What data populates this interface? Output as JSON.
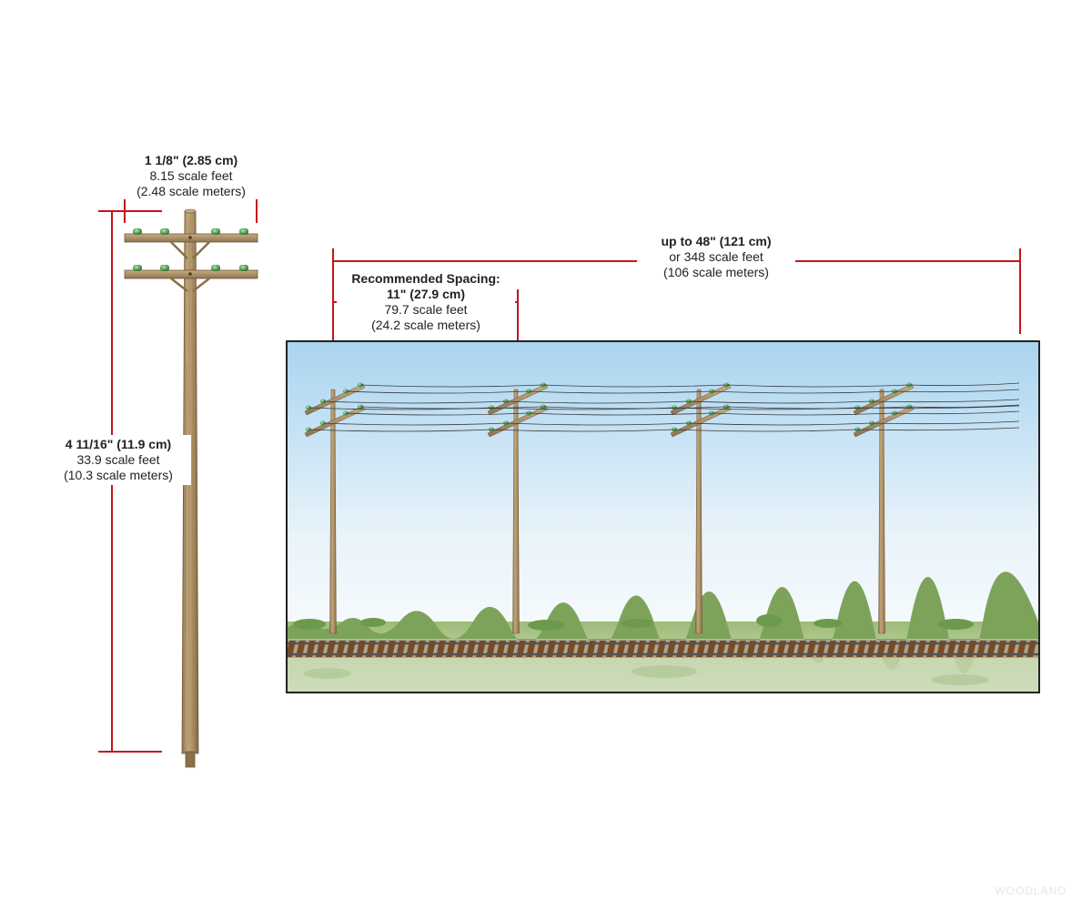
{
  "colors": {
    "dimension_line": "#c4161c",
    "wood_light": "#b89a6c",
    "wood_dark": "#8a7048",
    "insulator": "#4f9a55",
    "sky_top": "#a9d4ef",
    "sky_bottom": "#ffffff",
    "grass": "#7da35a",
    "rail_tie": "#7a4a24",
    "frame_border": "#222222"
  },
  "dimensions": {
    "width": {
      "primary": "1 1/8\" (2.85 cm)",
      "feet": "8.15 scale feet",
      "meters": "(2.48 scale meters)"
    },
    "height": {
      "primary": "4 11/16\" (11.9 cm)",
      "feet": "33.9 scale feet",
      "meters": "(10.3 scale meters)"
    },
    "span": {
      "primary": "up to 48\" (121 cm)",
      "feet": "or 348 scale feet",
      "meters": "(106 scale meters)"
    },
    "spacing": {
      "heading": "Recommended Spacing:",
      "primary": "11\" (27.9 cm)",
      "feet": "79.7 scale feet",
      "meters": "(24.2 scale meters)"
    }
  },
  "scene": {
    "pole_count": 4
  },
  "watermark": "WOODLAND"
}
